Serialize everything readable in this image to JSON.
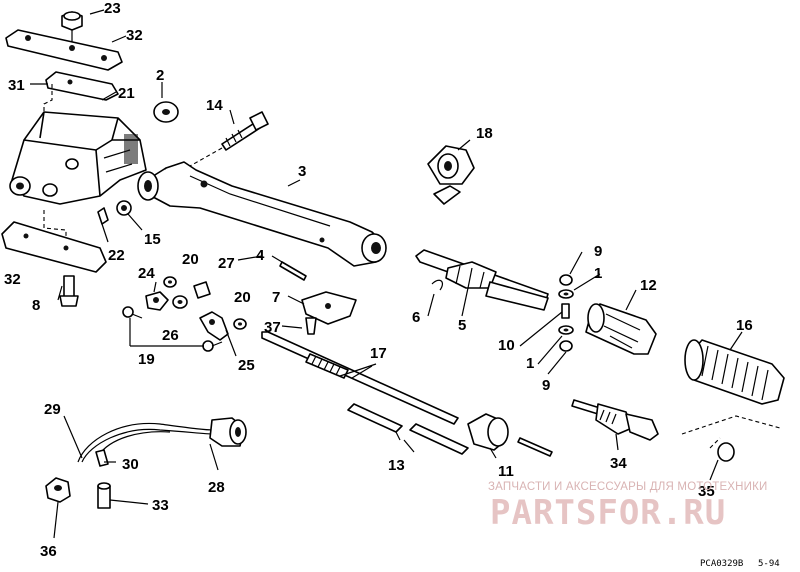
{
  "callouts": {
    "c1a": "1",
    "c1b": "1",
    "c2": "2",
    "c3": "3",
    "c4": "4",
    "c5": "5",
    "c6": "6",
    "c7": "7",
    "c8": "8",
    "c9a": "9",
    "c9b": "9",
    "c10": "10",
    "c11": "11",
    "c12": "12",
    "c13": "13",
    "c14": "14",
    "c15": "15",
    "c16": "16",
    "c17": "17",
    "c18": "18",
    "c19": "19",
    "c20a": "20",
    "c20b": "20",
    "c21": "21",
    "c22": "22",
    "c23": "23",
    "c24": "24",
    "c25": "25",
    "c26": "26",
    "c27": "27",
    "c28": "28",
    "c29": "29",
    "c30": "30",
    "c31": "31",
    "c32a": "32",
    "c32b": "32",
    "c33": "33",
    "c34": "34",
    "c35": "35",
    "c36": "36",
    "c37": "37"
  },
  "watermark": {
    "subtitle": "ЗАПЧАСТИ И АКСЕССУАРЫ ДЛЯ МОТОТЕХНИКИ",
    "brand": "PARTSFOR.RU"
  },
  "footer": {
    "code": "PCA0329B",
    "date": "5-94"
  }
}
